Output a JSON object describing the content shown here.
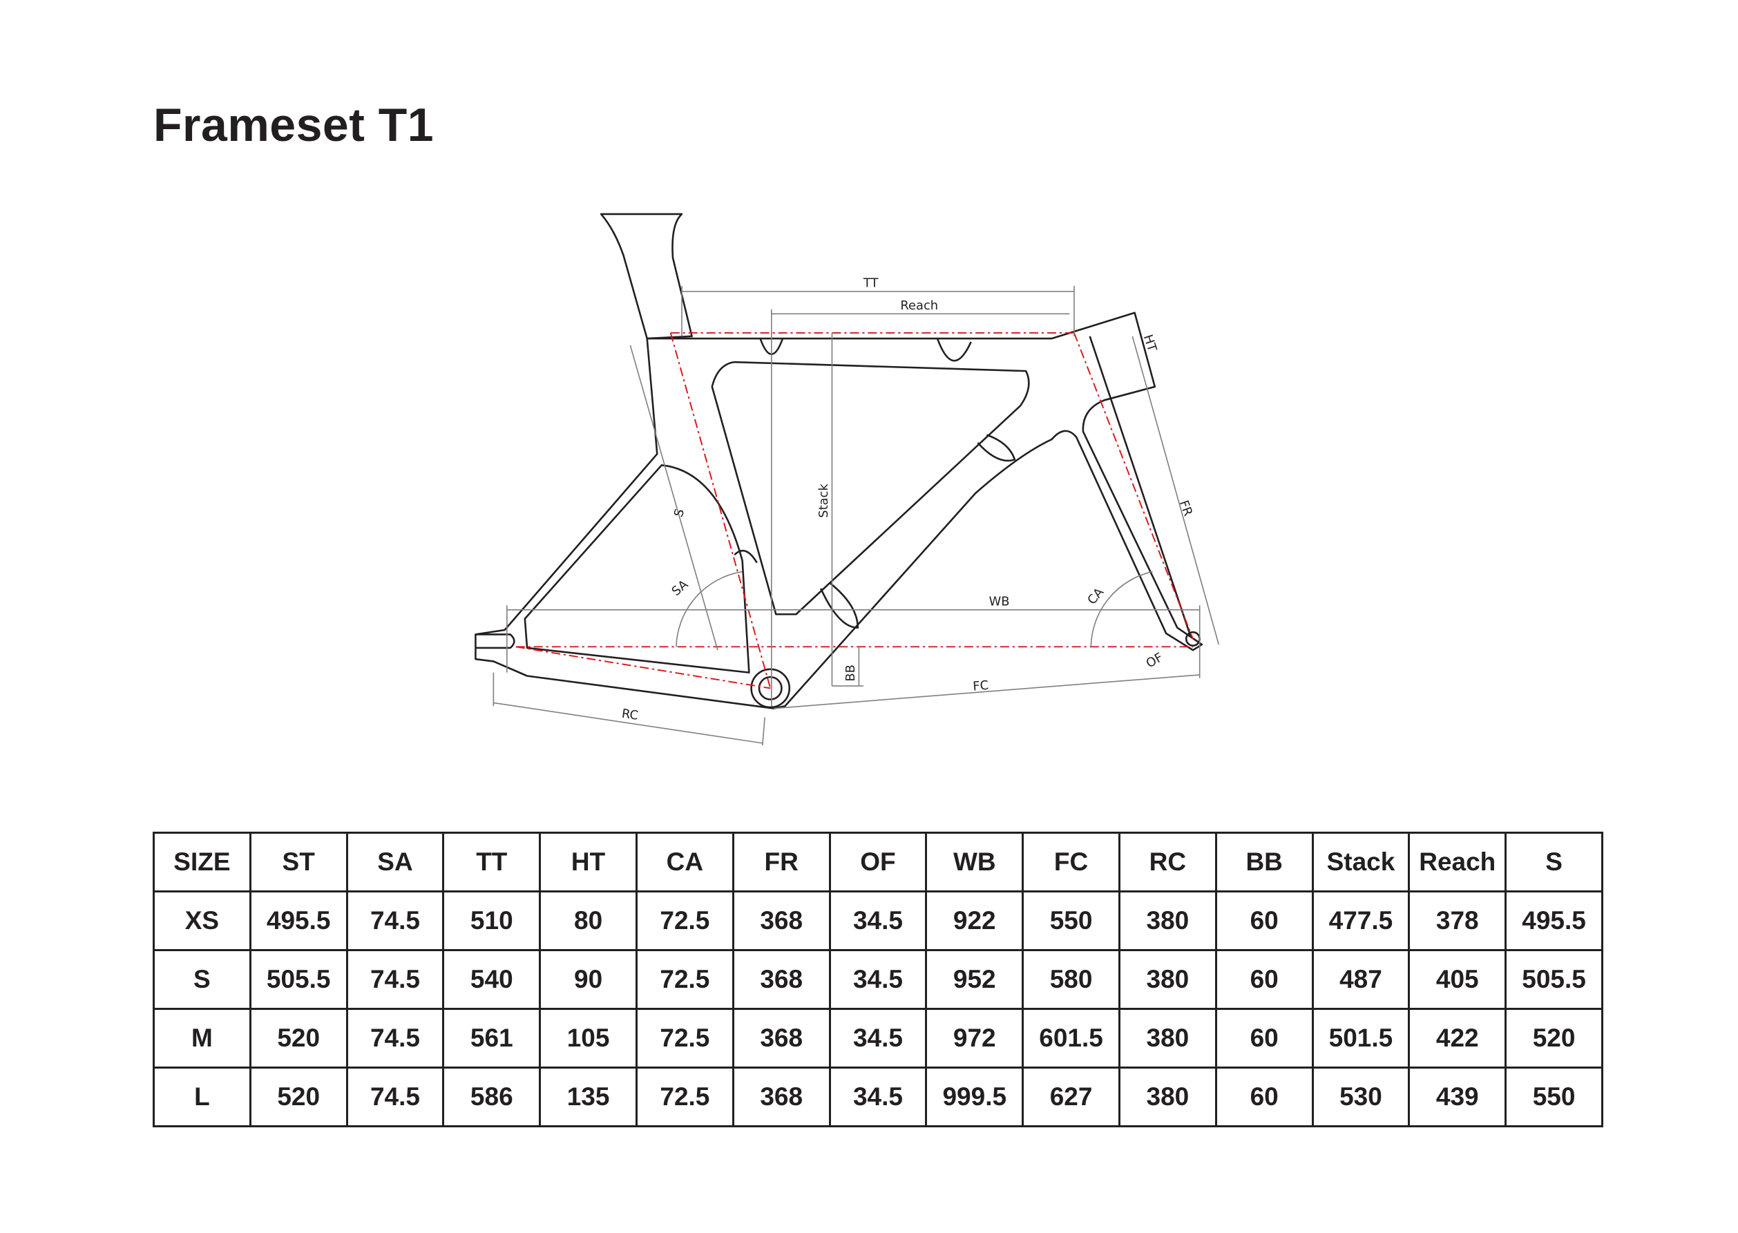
{
  "title": "Frameset T1",
  "diagram": {
    "labels": {
      "TT": "TT",
      "Reach": "Reach",
      "HT": "HT",
      "Stack": "Stack",
      "S": "S",
      "SA": "SA",
      "WB": "WB",
      "CA": "CA",
      "FR": "FR",
      "OF": "OF",
      "BB": "BB",
      "FC": "FC",
      "RC": "RC"
    },
    "colors": {
      "line": "#231f20",
      "centerline": "#d7191c",
      "dimension": "#808080"
    }
  },
  "table": {
    "headers": [
      "SIZE",
      "ST",
      "SA",
      "TT",
      "HT",
      "CA",
      "FR",
      "OF",
      "WB",
      "FC",
      "RC",
      "BB",
      "Stack",
      "Reach",
      "S"
    ],
    "rows": [
      [
        "XS",
        "495.5",
        "74.5",
        "510",
        "80",
        "72.5",
        "368",
        "34.5",
        "922",
        "550",
        "380",
        "60",
        "477.5",
        "378",
        "495.5"
      ],
      [
        "S",
        "505.5",
        "74.5",
        "540",
        "90",
        "72.5",
        "368",
        "34.5",
        "952",
        "580",
        "380",
        "60",
        "487",
        "405",
        "505.5"
      ],
      [
        "M",
        "520",
        "74.5",
        "561",
        "105",
        "72.5",
        "368",
        "34.5",
        "972",
        "601.5",
        "380",
        "60",
        "501.5",
        "422",
        "520"
      ],
      [
        "L",
        "520",
        "74.5",
        "586",
        "135",
        "72.5",
        "368",
        "34.5",
        "999.5",
        "627",
        "380",
        "60",
        "530",
        "439",
        "550"
      ]
    ]
  }
}
